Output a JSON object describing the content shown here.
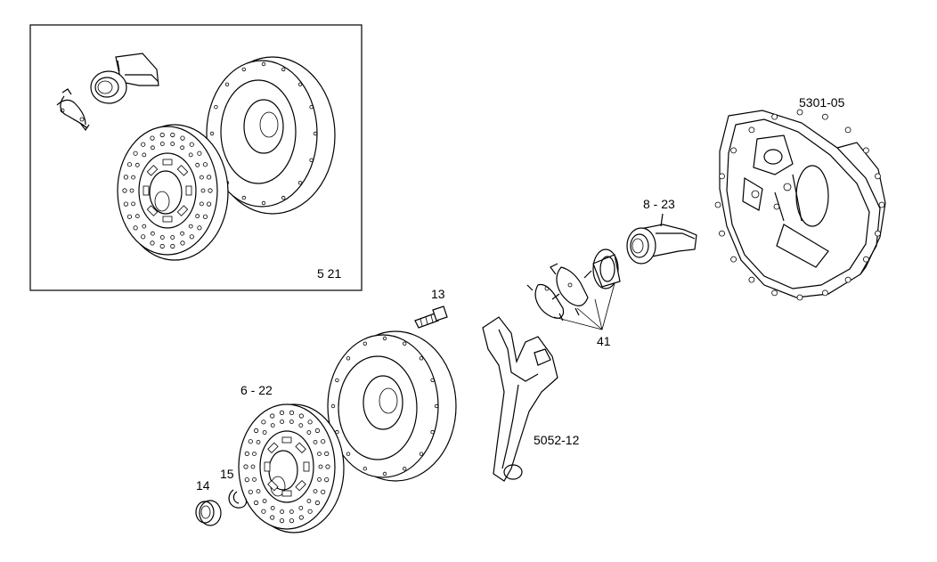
{
  "labels": {
    "inset_ref": "5   21",
    "bolt": "13",
    "housing": "5301-05",
    "bearing": "8 - 23",
    "clips": "41",
    "disc": "6 - 22",
    "ring14": "14",
    "ring15": "15",
    "fork": "5052-12"
  }
}
